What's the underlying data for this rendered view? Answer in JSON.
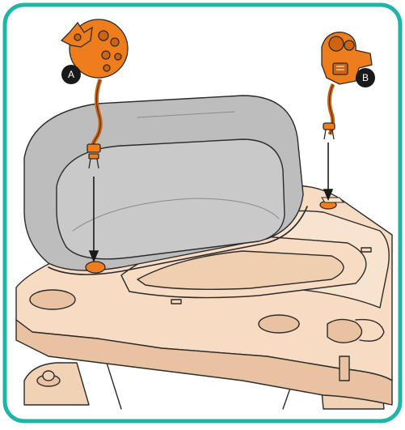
{
  "callouts": [
    {
      "letter": "A",
      "part": "toy-a"
    },
    {
      "letter": "B",
      "part": "toy-b"
    }
  ],
  "colors": {
    "frame": "#1fb5a6",
    "tray": "#f7dcc3",
    "tray_dark": "#e9c3a1",
    "seat": "#bdbdbd",
    "seat_inner": "#c9c9c9",
    "toy_orange": "#f07d1b",
    "toy_dark": "#cf6410",
    "outline": "#2b2b2b",
    "badge": "#1a1a1a"
  },
  "icons": [
    "toy-a-icon",
    "toy-b-icon",
    "arrow-down-icon",
    "mount-hole-icon"
  ]
}
